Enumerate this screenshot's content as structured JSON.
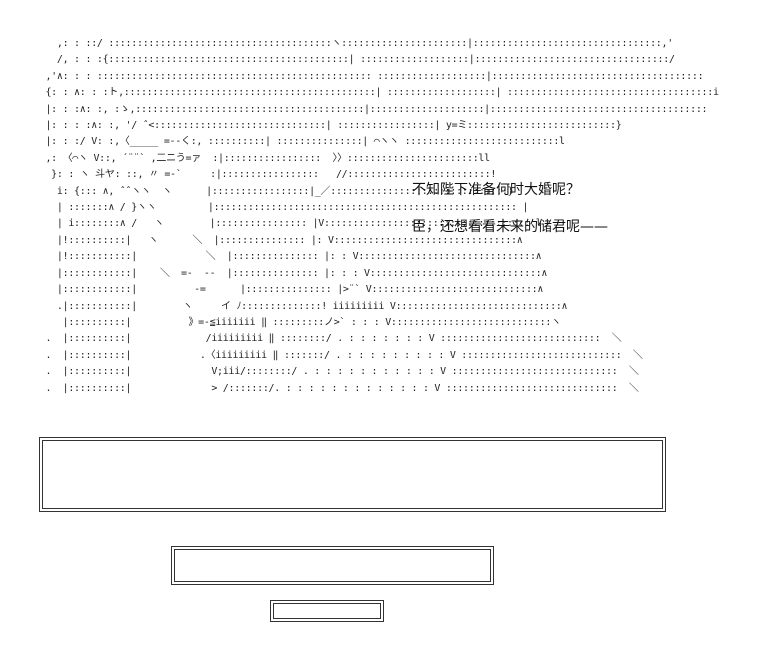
{
  "ascii_art": {
    "lines": [
      "    ,: : ::/ :::::::::::::::::::::::::::::::::::::::ヽ::::::::::::::::::::::|:::::::::::::::::::::::::::::::::,'",
      "    /, : : :{::::::::::::::::::::::::::::::::::::::::::| :::::::::::::::::::|::::::::::::::::::::::::::::::::::/",
      "  ,'∧: : : :::::::::::::::::::::::::::::::::::::::::::::::: :::::::::::::::::::|:::::::::::::::::::::::::::::::::::::",
      "  {: : ∧: : :ト,::::::::::::::::::::::::::::::::::::::::::::| :::::::::::::::::::| ::::::::::::::::::::::::::::::::::::i",
      "  |: : :∧: :, :ゝ,::::::::::::::::::::::::::::::::::::::::|::::::::::::::::::::|::::::::::::::::::::::::::::::::::::::",
      "  |: : : :∧: :, '/ ˆ<::::::::::::::::::::::::::::::| :::::::::::::::::| y=ミ::::::::::::::::::::::::::}",
      "  |: : :/ V: :,〈_____ =-‐く:, ::::::::::| :::::::::::::::| ⌒ヽヽ :::::::::::::::::::::::::::l",
      "  ,: 〈⌒ヽ V::, ´¨¨` ,二ニう=ァ  :|:::::::::::::::::  〉〉:::::::::::::::::::::::ll",
      "   }: : ヽ 斗ヤ: ::, 〃 =-`     :|:::::::::::::::::   //:::::::::::::::::::::::::!",
      "    i: {::: ∧, ˆˆヽヽ  ヽ      |:::::::::::::::::|_／:::::::::::::::::::::::::::::::}",
      "    | :::::::∧ / }ヽヽ         |::::::::::::::::::::::::::::::::::::::::::::::::::::: |",
      "    | i::::::::∧ /   ヽ        |:::::::::::::::: |V:::::::::::::::::::::::::::::::::::: l",
      "    |!::::::::::|   ヽ      ＼  |::::::::::::::: |: V::::::::::::::::::::::::::::::::∧",
      "    |!:::::::::::|            ＼  |::::::::::::::: |: : V:::::::::::::::::::::::::::::::∧",
      "    |::::::::::::|    ＼  =-  -‐  |::::::::::::::: |: : : V::::::::::::::::::::::::::::::∧",
      "    |::::::::::::|          -=      |::::::::::::::: |>¨` V:::::::::::::::::::::::::::::∧",
      "    .|:::::::::::|        ヽ     イ ﾉ::::::::::::::! iiiiiiiii V:::::::::::::::::::::::::::::∧",
      "     |::::::::::|          》=-≦iiiiiii ‖ :::::::::ノ>` : : : V::::::::::::::::::::::::::::ヽ",
      "  .  |::::::::::|             /iiiiiiiii ‖ ::::::::/ . : : : : : : : V ::::::::::::::::::::::::::::  ＼",
      "  .  |::::::::::|            .〈iiiiiiiii ‖ :::::::/ . : : : : : : : : : V ::::::::::::::::::::::::::::  ＼",
      "  .  |::::::::::|              V;iii/::::::::/ . : : : : : : : : : : : V :::::::::::::::::::::::::::::  ＼",
      "  .  |::::::::::|              > /:::::::/. : : : : : : : : : : : : : V ::::::::::::::::::::::::::::::  ＼"
    ]
  },
  "dialogue": {
    "line1": "不知陛下准备何时大婚呢？",
    "line2": "臣，还想看看未来的储君呢——"
  }
}
